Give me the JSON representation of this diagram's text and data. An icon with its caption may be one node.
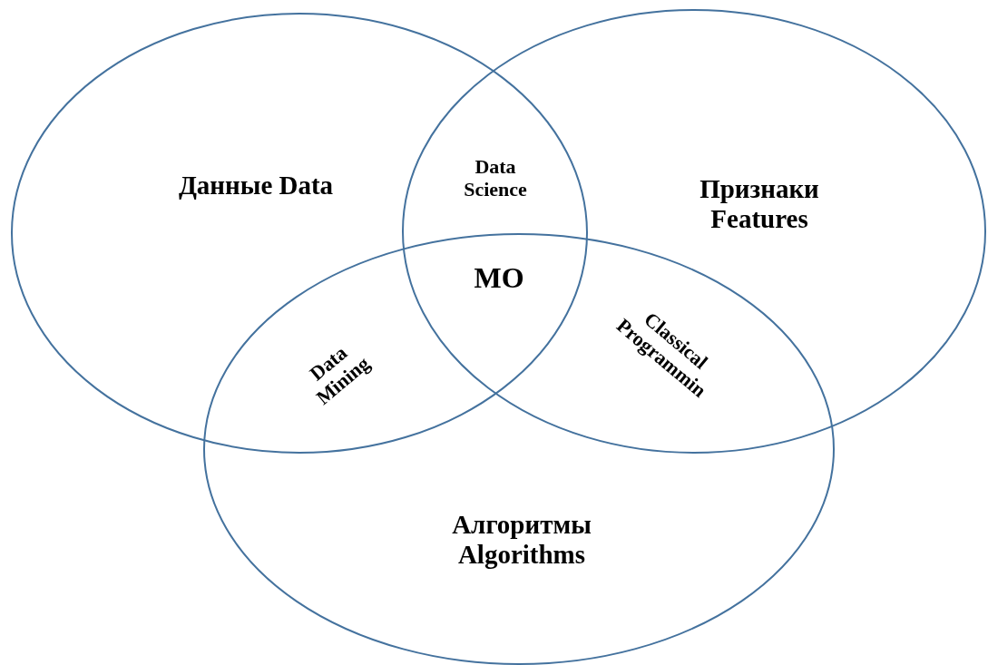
{
  "diagram": {
    "nodes": [
      {
        "text": [
          "Данные Data"
        ]
      },
      {
        "text": [
          "Признаки Features"
        ]
      },
      {
        "text": [
          "Алгоритмы Algorithms"
        ]
      }
    ],
    "labels": [
      "Data Science",
      "MO",
      "Data Mining",
      "Classical Programmin"
    ]
  }
}
